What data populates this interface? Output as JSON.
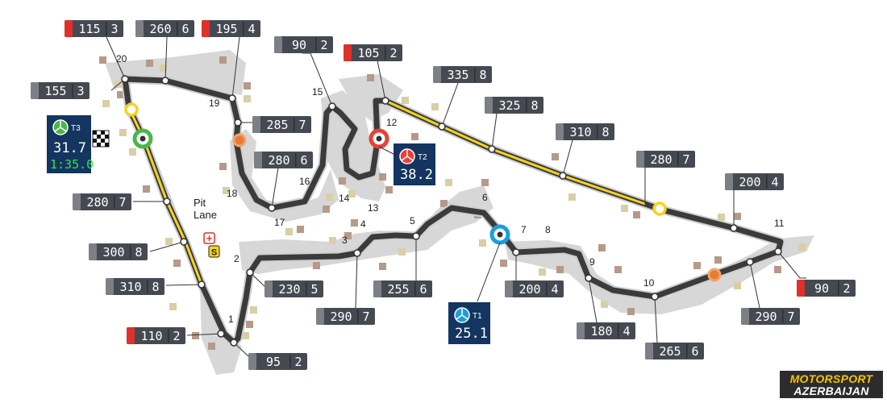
{
  "colors": {
    "track": "#3b3b3b",
    "track_edge": "#cfcfcf",
    "runoff": "#d7d7d7",
    "drs_zone": "#f5d31d",
    "label_bg": "#454a52",
    "label_brake": "#e0302a",
    "sector1": "#1aa0dc",
    "sector2": "#e8403a",
    "sector3": "#4ab648",
    "sector_box": "#13355f",
    "speed_trap": "#e87c33",
    "drs_point": "#f5d31d"
  },
  "speed_gear_labels": [
    {
      "id": "t20-brake",
      "speed": "115",
      "gear": "3",
      "brake": true
    },
    {
      "id": "t20-apex",
      "speed": "260",
      "gear": "6",
      "brake": false
    },
    {
      "id": "t19-brake",
      "speed": "195",
      "gear": "4",
      "brake": true
    },
    {
      "id": "t15-apex",
      "speed": "90",
      "gear": "2",
      "brake": false
    },
    {
      "id": "t12-brake",
      "speed": "105",
      "gear": "2",
      "brake": true
    },
    {
      "id": "straight-1",
      "speed": "335",
      "gear": "8",
      "brake": false
    },
    {
      "id": "straight-2",
      "speed": "325",
      "gear": "8",
      "brake": false
    },
    {
      "id": "straight-3",
      "speed": "310",
      "gear": "8",
      "brake": false
    },
    {
      "id": "straight-4",
      "speed": "280",
      "gear": "7",
      "brake": false
    },
    {
      "id": "t11-entry",
      "speed": "200",
      "gear": "4",
      "brake": false
    },
    {
      "id": "t20-exit",
      "speed": "155",
      "gear": "3",
      "brake": false
    },
    {
      "id": "t19-exit",
      "speed": "285",
      "gear": "7",
      "brake": false
    },
    {
      "id": "t17-apex",
      "speed": "280",
      "gear": "6",
      "brake": false
    },
    {
      "id": "main-straight-1",
      "speed": "280",
      "gear": "7",
      "brake": false
    },
    {
      "id": "main-straight-2",
      "speed": "300",
      "gear": "8",
      "brake": false
    },
    {
      "id": "main-straight-3",
      "speed": "310",
      "gear": "8",
      "brake": false
    },
    {
      "id": "t1-brake",
      "speed": "110",
      "gear": "2",
      "brake": true
    },
    {
      "id": "t1-apex",
      "speed": "95",
      "gear": "2",
      "brake": false
    },
    {
      "id": "t2-exit",
      "speed": "230",
      "gear": "5",
      "brake": false
    },
    {
      "id": "t3-exit",
      "speed": "290",
      "gear": "7",
      "brake": false
    },
    {
      "id": "t5-exit",
      "speed": "255",
      "gear": "6",
      "brake": false
    },
    {
      "id": "t7-exit",
      "speed": "200",
      "gear": "4",
      "brake": false
    },
    {
      "id": "t9-exit",
      "speed": "180",
      "gear": "4",
      "brake": false
    },
    {
      "id": "t10-exit",
      "speed": "265",
      "gear": "6",
      "brake": false
    },
    {
      "id": "t10-straight",
      "speed": "290",
      "gear": "7",
      "brake": false
    },
    {
      "id": "t11-brake",
      "speed": "90",
      "gear": "2",
      "brake": true
    }
  ],
  "turns": [
    "1",
    "2",
    "3",
    "4",
    "5",
    "6",
    "7",
    "8",
    "9",
    "10",
    "11",
    "12",
    "13",
    "14",
    "15",
    "16",
    "17",
    "18",
    "19",
    "20"
  ],
  "pit_lane": {
    "line1": "Pit",
    "line2": "Lane"
  },
  "sectors": {
    "t1": {
      "name": "T1",
      "time": "25.1"
    },
    "t2": {
      "name": "T2",
      "time": "38.2"
    },
    "t3": {
      "name": "T3",
      "time": "31.7",
      "lap": "1:35.0"
    }
  },
  "pit_icons": {
    "service": "S",
    "medical": "+"
  },
  "brand": {
    "line1": "MOTORSPORT",
    "line2": "AZERBAIJAN"
  }
}
